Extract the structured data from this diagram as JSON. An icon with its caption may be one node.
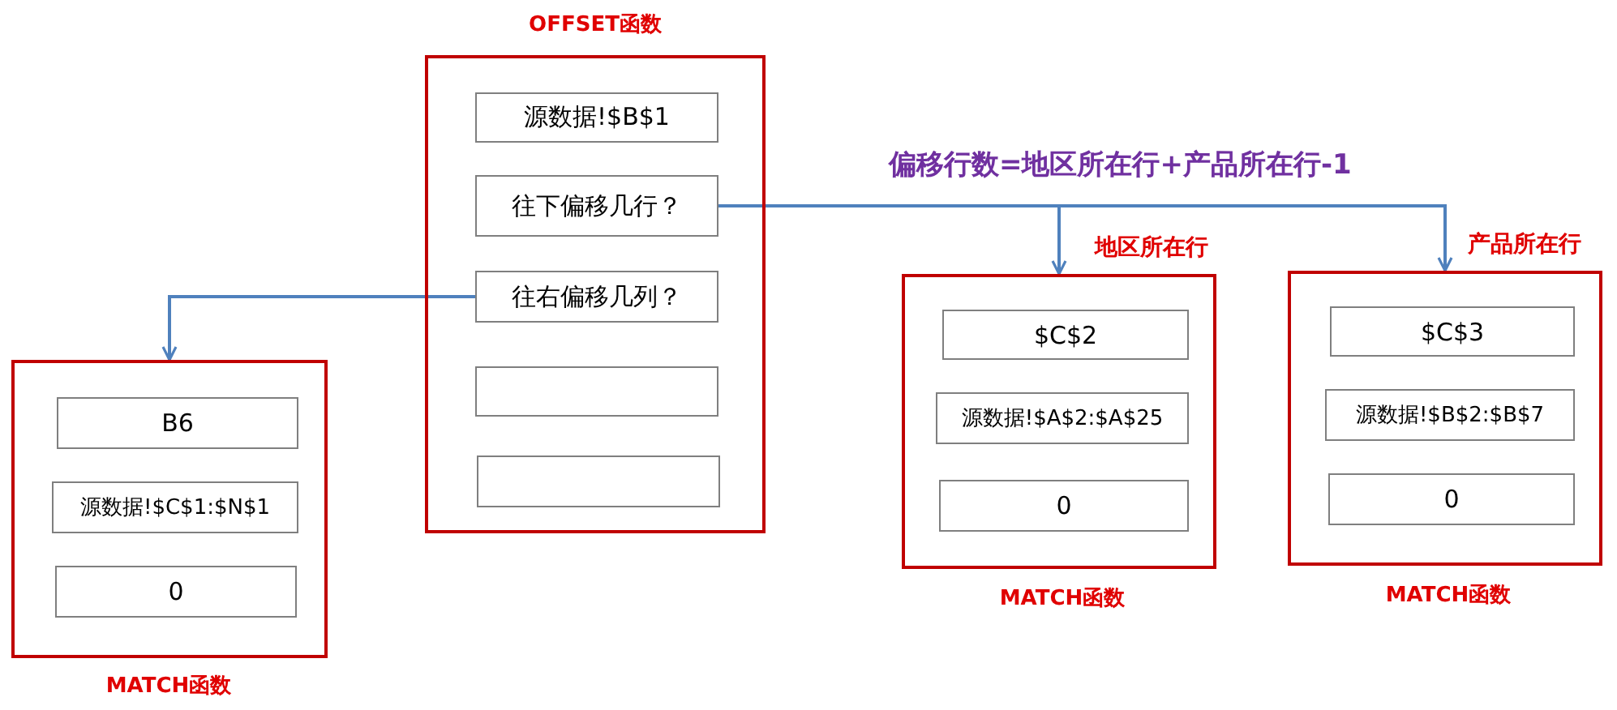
{
  "diagram": {
    "nodes": [
      {
        "text": [
          "OFFSET函数"
        ]
      },
      {
        "text": [
          "源数据!$B$1"
        ],
        "in": 0
      },
      {
        "text": [
          "往下偏移几行？"
        ],
        "in": 0
      },
      {
        "text": [
          "往右偏移几列？"
        ],
        "in": 0
      },
      {
        "text": [],
        "shape": "box",
        "in": 0
      },
      {
        "text": [],
        "shape": "box",
        "in": 0
      },
      {
        "text": [
          "MATCH函数"
        ]
      },
      {
        "text": [
          "B6"
        ],
        "in": 6
      },
      {
        "text": [
          "源数据!$C$1:$N$1"
        ],
        "in": 6
      },
      {
        "text": [
          "0"
        ],
        "in": 6
      },
      {
        "text": [
          "MATCH函数"
        ]
      },
      {
        "text": [
          "$C$2"
        ],
        "in": 10
      },
      {
        "text": [
          "源数据!$A$2:$A$25"
        ],
        "in": 10
      },
      {
        "text": [
          "0"
        ],
        "in": 10
      },
      {
        "text": [
          "MATCH函数"
        ]
      },
      {
        "text": [
          "$C$3"
        ],
        "in": 14
      },
      {
        "text": [
          "源数据!$B$2:$B$7"
        ],
        "in": 14
      },
      {
        "text": [
          "0"
        ],
        "in": 14
      }
    ],
    "edges": [
      {
        "from": 3,
        "to": 6,
        "arrow": "to"
      },
      {
        "from": 2,
        "to": 10,
        "arrow": "to",
        "label": "地区所在行"
      },
      {
        "from": 2,
        "to": 14,
        "arrow": "to",
        "label": "产品所在行"
      }
    ],
    "labels": [
      "偏移行数=地区所在行+产品所在行-1"
    ]
  }
}
